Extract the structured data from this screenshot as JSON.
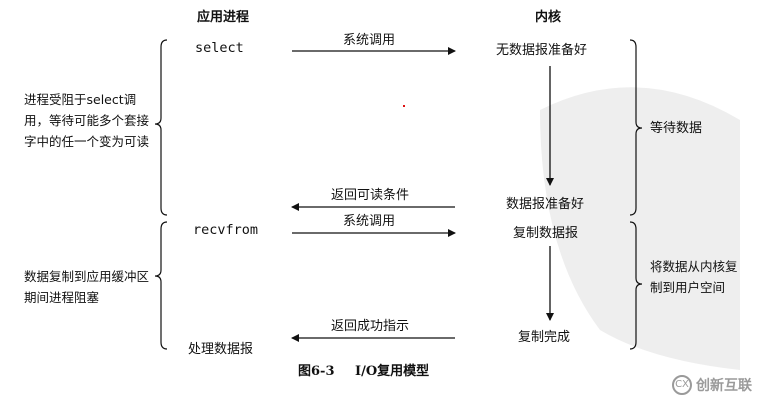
{
  "headers": {
    "process": "应用进程",
    "kernel": "内核"
  },
  "process_steps": {
    "select": "select",
    "recvfrom": "recvfrom",
    "handle": "处理数据报"
  },
  "arrows": {
    "syscall1": "系统调用",
    "return_readable": "返回可读条件",
    "syscall2": "系统调用",
    "return_success": "返回成功指示"
  },
  "kernel_states": {
    "not_ready": "无数据报准备好",
    "ready": "数据报准备好",
    "copy": "复制数据报",
    "copy_done": "复制完成"
  },
  "left_notes": {
    "blocked_select": "进程受阻于select调用，等待可能多个套接字中的任一个变为可读",
    "blocked_copy": "数据复制到应用缓冲区期间进程阻塞"
  },
  "right_notes": {
    "wait": "等待数据",
    "copy_to_user": "将数据从内核复制到用户空间"
  },
  "caption": {
    "figure_no": "图6-3",
    "title": "I/O复用模型"
  },
  "watermark": {
    "logo": "CX",
    "text": "创新互联"
  }
}
